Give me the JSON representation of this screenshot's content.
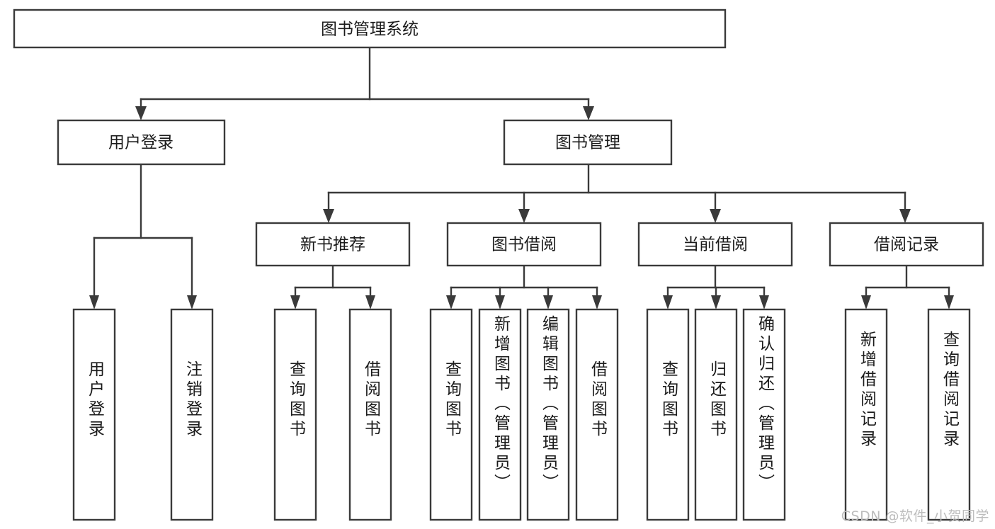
{
  "diagram": {
    "type": "tree",
    "title": "图书管理系统",
    "watermark": "CSDN @软件_小贺同学",
    "colors": {
      "stroke": "#3a3a3a",
      "box_fill": "#ffffff",
      "text": "#1b1b1b",
      "background": "#ffffff",
      "watermark": "#bdbdbd"
    },
    "levels": {
      "root": {
        "label": "图书管理系统"
      },
      "level2": [
        {
          "label": "用户登录"
        },
        {
          "label": "图书管理"
        }
      ],
      "level3": [
        {
          "label": "新书推荐"
        },
        {
          "label": "图书借阅"
        },
        {
          "label": "当前借阅"
        },
        {
          "label": "借阅记录"
        }
      ],
      "leaves": [
        {
          "label": "用户登录",
          "parent": "用户登录"
        },
        {
          "label": "注销登录",
          "parent": "用户登录"
        },
        {
          "label": "查询图书",
          "parent": "新书推荐"
        },
        {
          "label": "借阅图书",
          "parent": "新书推荐"
        },
        {
          "label": "查询图书",
          "parent": "图书借阅"
        },
        {
          "label": "新增图书（管理员）",
          "parent": "图书借阅"
        },
        {
          "label": "编辑图书（管理员）",
          "parent": "图书借阅"
        },
        {
          "label": "借阅图书",
          "parent": "图书借阅"
        },
        {
          "label": "查询图书",
          "parent": "当前借阅"
        },
        {
          "label": "归还图书",
          "parent": "当前借阅"
        },
        {
          "label": "确认归还（管理员）",
          "parent": "当前借阅"
        },
        {
          "label": "新增借阅记录",
          "parent": "借阅记录"
        },
        {
          "label": "查询借阅记录",
          "parent": "借阅记录"
        }
      ]
    }
  }
}
